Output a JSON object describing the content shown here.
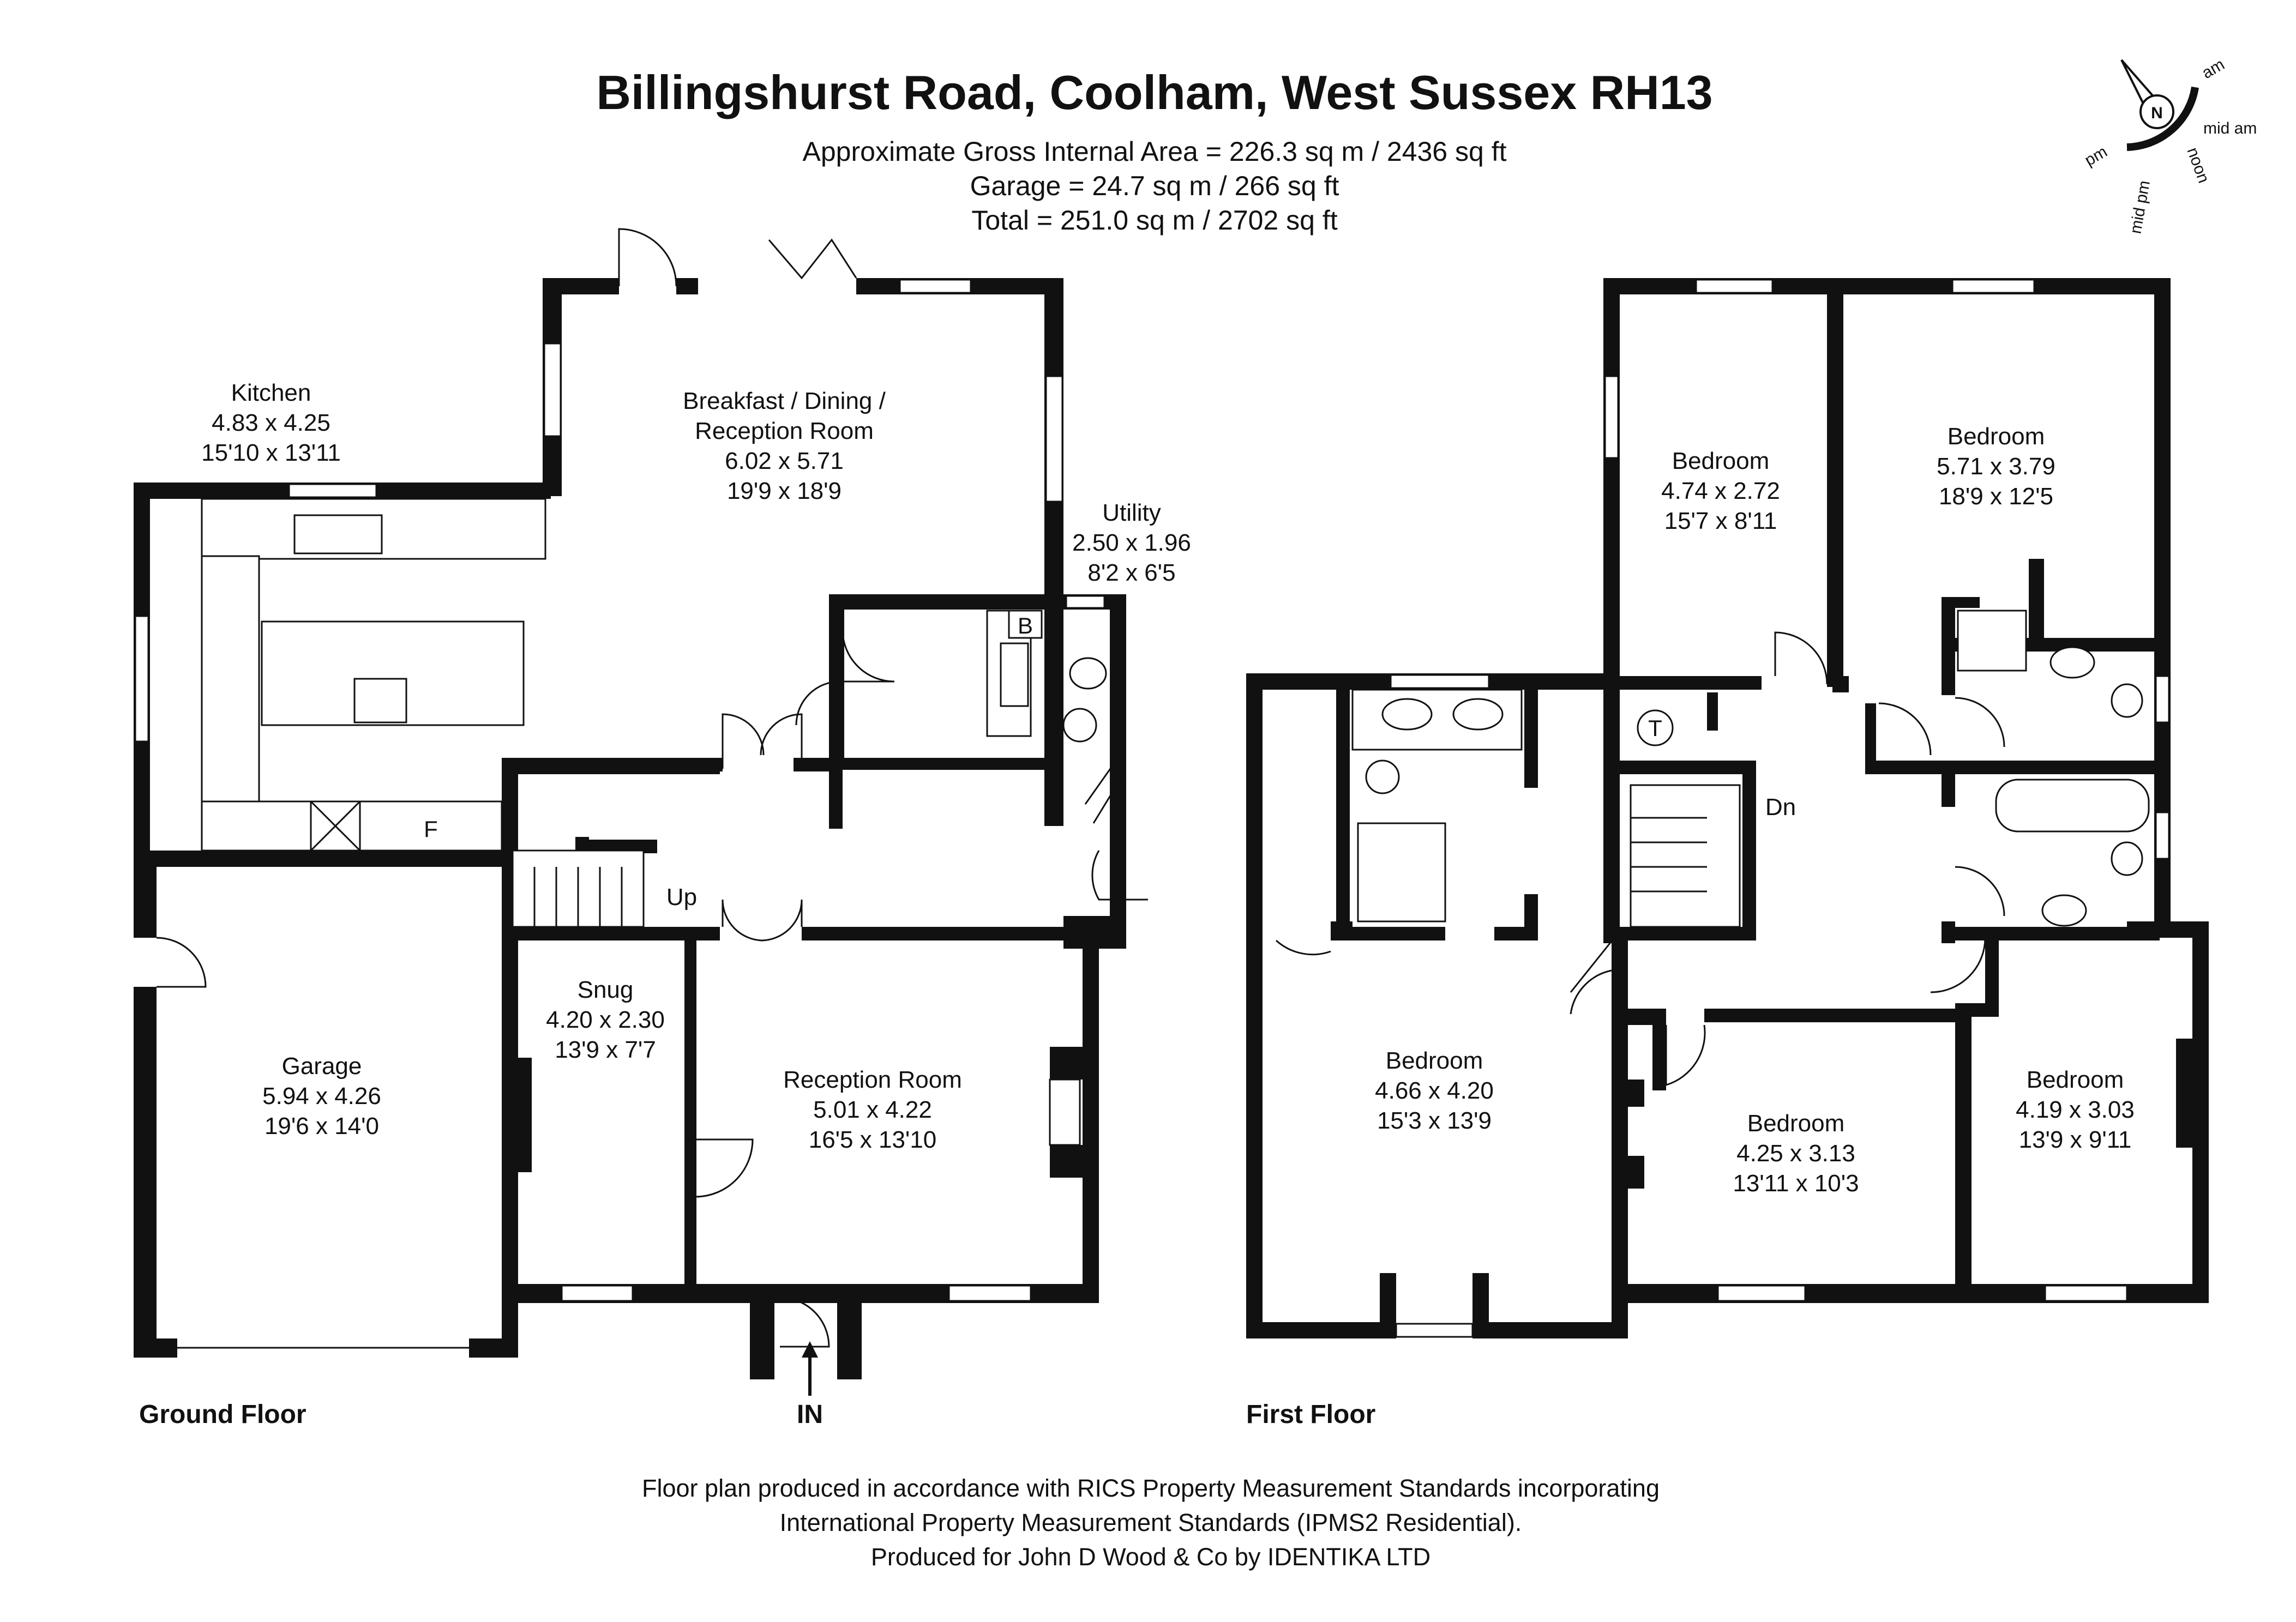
{
  "title": "Billingshurst Road, Coolham, West Sussex RH13",
  "areas": {
    "gross": "Approximate Gross Internal Area = 226.3 sq m / 2436 sq ft",
    "garage": "Garage = 24.7 sq m / 266 sq ft",
    "total": "Total = 251.0 sq m / 2702 sq ft"
  },
  "compass": {
    "north": "N",
    "labels": [
      "am",
      "mid am",
      "noon",
      "mid pm",
      "pm"
    ]
  },
  "ground_floor": {
    "label": "Ground Floor",
    "entrance": "IN",
    "stairs": "Up",
    "boiler": "B",
    "fridge": "F",
    "rooms": {
      "kitchen": {
        "name": "Kitchen",
        "metric": "4.83 x 4.25",
        "imperial": "15'10 x 13'11"
      },
      "breakfast": {
        "name1": "Breakfast / Dining /",
        "name2": "Reception Room",
        "metric": "6.02 x 5.71",
        "imperial": "19'9 x 18'9"
      },
      "utility": {
        "name": "Utility",
        "metric": "2.50 x 1.96",
        "imperial": "8'2 x 6'5"
      },
      "garage": {
        "name": "Garage",
        "metric": "5.94 x 4.26",
        "imperial": "19'6 x 14'0"
      },
      "snug": {
        "name": "Snug",
        "metric": "4.20 x 2.30",
        "imperial": "13'9 x 7'7"
      },
      "reception": {
        "name": "Reception Room",
        "metric": "5.01 x 4.22",
        "imperial": "16'5 x 13'10"
      }
    }
  },
  "first_floor": {
    "label": "First Floor",
    "stairs": "Dn",
    "tank": "T",
    "rooms": {
      "bed_a": {
        "name": "Bedroom",
        "metric": "4.74 x 2.72",
        "imperial": "15'7 x 8'11"
      },
      "bed_b": {
        "name": "Bedroom",
        "metric": "5.71 x 3.79",
        "imperial": "18'9 x 12'5"
      },
      "bed_c": {
        "name": "Bedroom",
        "metric": "4.66 x 4.20",
        "imperial": "15'3 x 13'9"
      },
      "bed_d": {
        "name": "Bedroom",
        "metric": "4.25 x 3.13",
        "imperial": "13'11 x 10'3"
      },
      "bed_e": {
        "name": "Bedroom",
        "metric": "4.19 x 3.03",
        "imperial": "13'9 x 9'11"
      }
    }
  },
  "footer": {
    "line1": "Floor plan produced in accordance with RICS Property Measurement Standards incorporating",
    "line2": "International Property Measurement Standards (IPMS2 Residential).",
    "line3": "Produced for John D Wood & Co by IDENTIKA LTD"
  }
}
